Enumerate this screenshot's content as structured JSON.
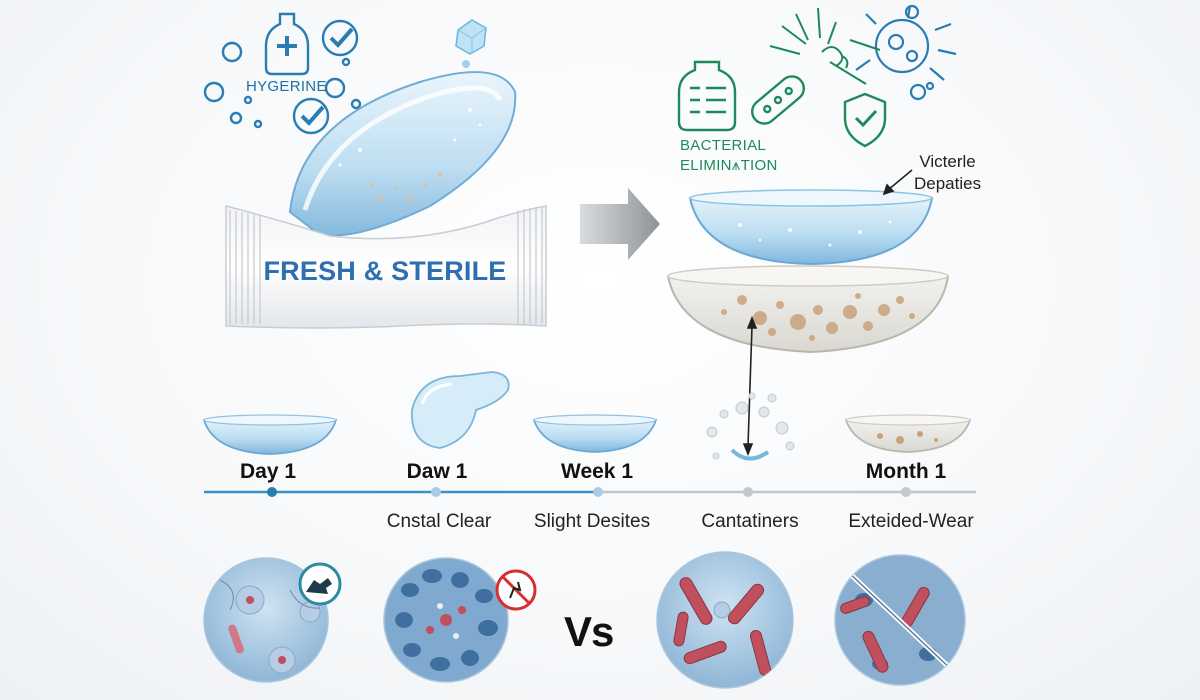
{
  "labels": {
    "hygiene": "HYGERINE",
    "bacterial_line1": "BACTERIAL",
    "bacterial_line2": "ELIMIN⩚TION",
    "callout_line1": "Victerle",
    "callout_line2": "Depaties",
    "package": "FRESH & STERILE",
    "vs": "Vs"
  },
  "timeline": {
    "milestones": [
      "Day 1",
      "Daw 1",
      "Week 1",
      "Month 1"
    ],
    "stages": [
      "Cnstal Clear",
      "Slight Desites",
      "Cantatiners",
      "Exteided-Wear"
    ]
  },
  "colors": {
    "hygiene_blue": "#1d6fa5",
    "bacterial_green": "#1e8a5a",
    "timeline_blue": "#3b8fc4",
    "timeline_gray": "#bfc5ca",
    "package_text": "#2f6fb0",
    "deposit_tan": "#c9a27a",
    "bacteria_red": "#c0505e",
    "no_symbol_red": "#d62f2f"
  },
  "icons": [
    "bubble-icon",
    "bottle-plus-icon",
    "checkmark-icon",
    "ice-cube-icon",
    "jar-icon",
    "bacterium-icon",
    "microbe-burst-icon",
    "shield-check-icon",
    "arrow-right-icon",
    "no-symbol-icon",
    "microbe-silhouette-icon"
  ]
}
